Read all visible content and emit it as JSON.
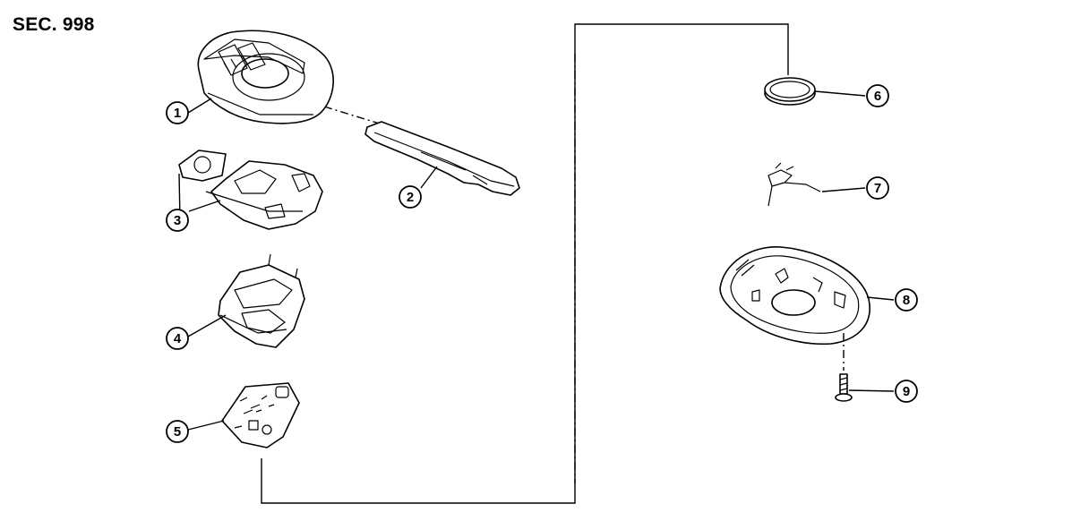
{
  "section_title": "SEC. 998",
  "callouts": [
    {
      "id": "1",
      "label": "1"
    },
    {
      "id": "2",
      "label": "2"
    },
    {
      "id": "3",
      "label": "3"
    },
    {
      "id": "4",
      "label": "4"
    },
    {
      "id": "5",
      "label": "5"
    },
    {
      "id": "6",
      "label": "6"
    },
    {
      "id": "7",
      "label": "7"
    },
    {
      "id": "8",
      "label": "8"
    },
    {
      "id": "9",
      "label": "9"
    }
  ]
}
